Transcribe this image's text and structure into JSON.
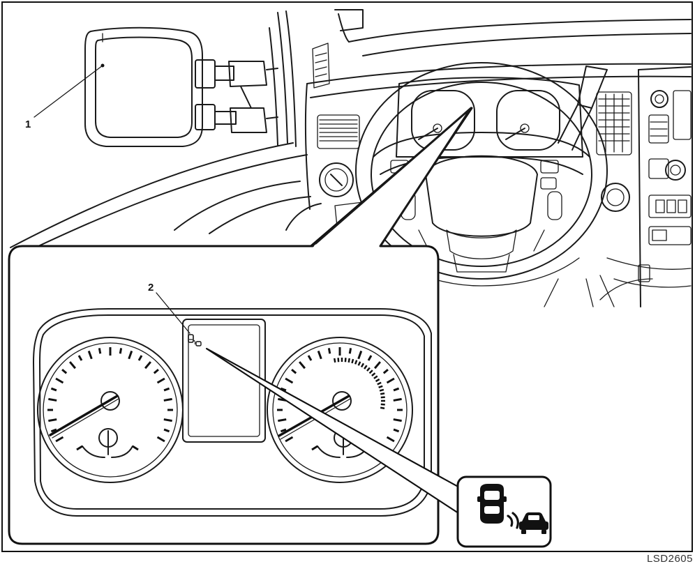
{
  "callouts": [
    {
      "number": "1",
      "target": "outside-mirror"
    },
    {
      "number": "2",
      "target": "blind-spot-warning-indicator"
    }
  ],
  "figure_code": "LSD2605",
  "icons": {
    "indicator": "vehicle-blind-spot-warning-icon",
    "mirror": "outside-mirror"
  },
  "colors": {
    "line": "#111111",
    "background": "#ffffff"
  }
}
